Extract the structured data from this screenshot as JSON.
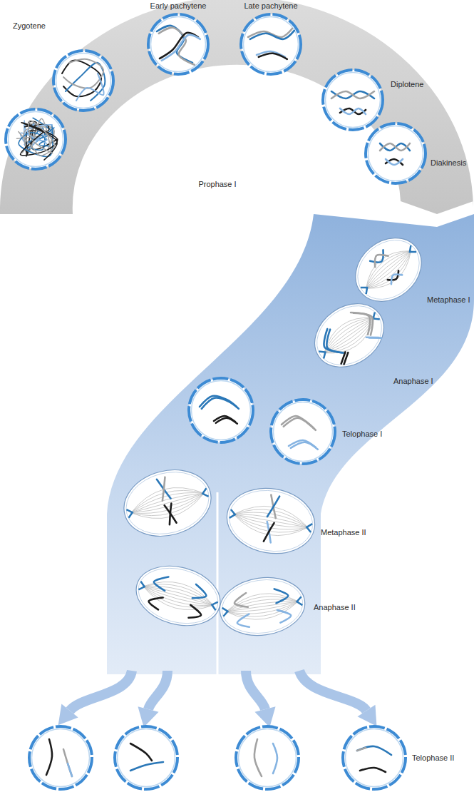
{
  "diagram": {
    "labels": [
      "Zygotene",
      "Early pachytene",
      "Late pachytene",
      "Diplotene",
      "Diakinesis",
      "Prophase I",
      "Metaphase I",
      "Anaphase I",
      "Telophase I",
      "Metaphase II",
      "Anaphase II",
      "Telophase II"
    ]
  }
}
